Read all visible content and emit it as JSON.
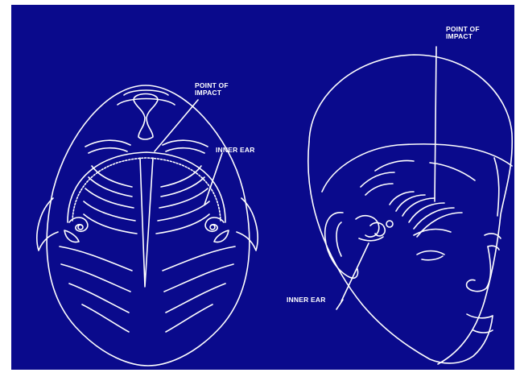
{
  "colors": {
    "background": "#0a0a8c",
    "line": "#ffffff",
    "page": "#ffffff"
  },
  "labels": {
    "top_view_point_of_impact": "POINT OF\nIMPACT",
    "top_view_inner_ear": "INNER EAR",
    "side_view_point_of_impact": "POINT OF\nIMPACT",
    "side_view_inner_ear": "INNER EAR"
  }
}
